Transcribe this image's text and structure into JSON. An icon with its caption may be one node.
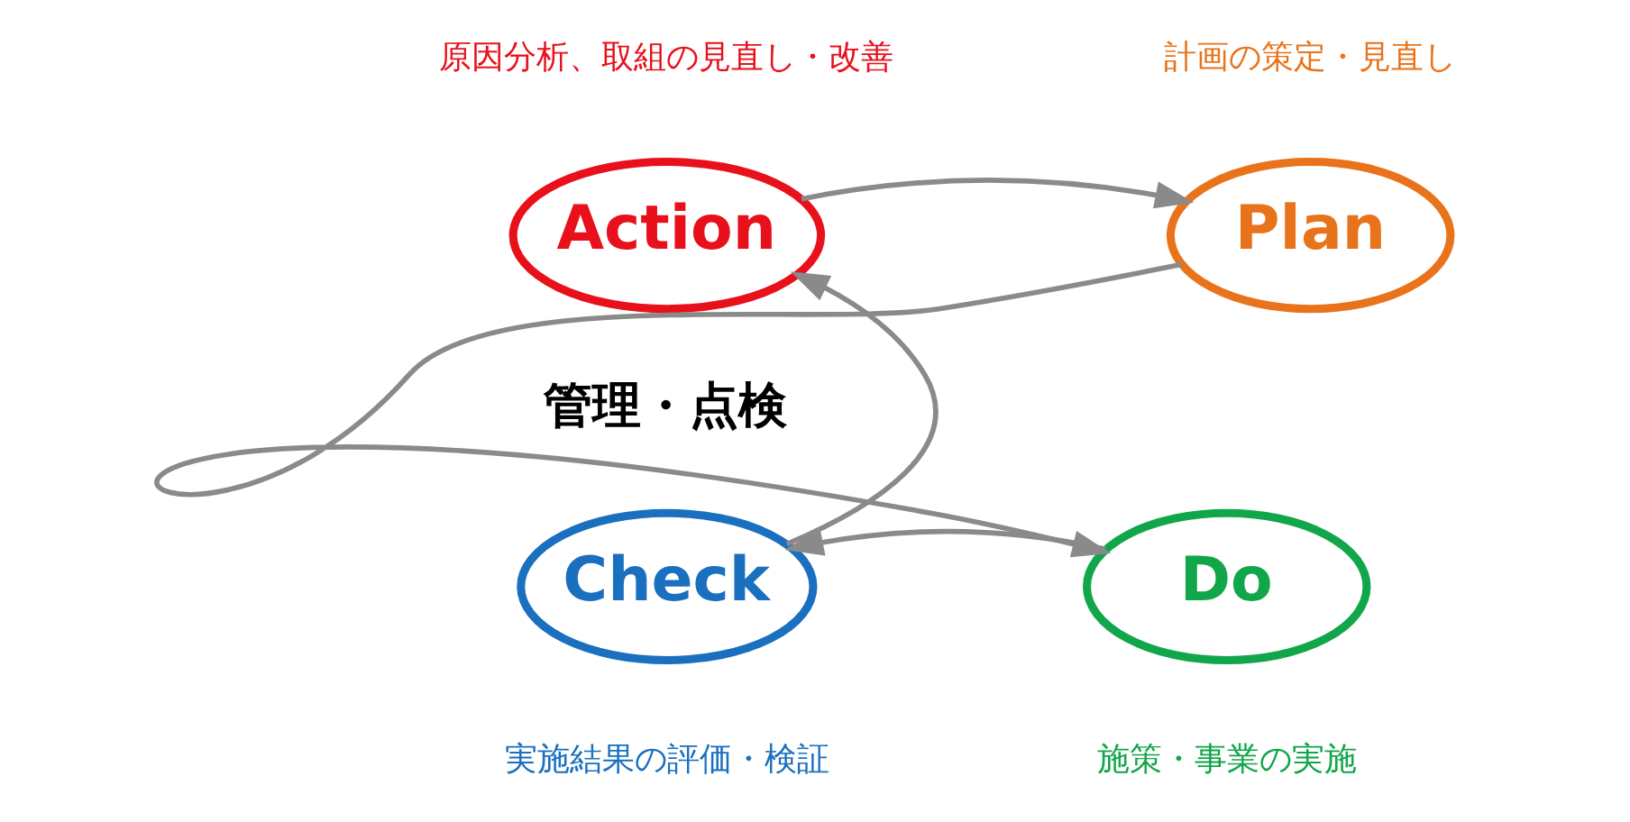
{
  "diagram": {
    "nodes": [
      {
        "text": [
          "Action"
        ],
        "beside": [
          "原因分析、取組の見直し・改善"
        ]
      },
      {
        "text": [
          "Plan"
        ],
        "beside": [
          "計画の策定・見直し"
        ]
      },
      {
        "text": [
          "Check"
        ],
        "beside": [
          "実施結果の評価・検証"
        ]
      },
      {
        "text": [
          "Do"
        ],
        "beside": [
          "施策・事業の実施"
        ]
      }
    ],
    "edges": [
      {
        "from": 0,
        "to": 1,
        "arrow": "to"
      },
      {
        "from": 1,
        "to": 3,
        "arrow": "to"
      },
      {
        "from": 3,
        "to": 2,
        "arrow": "to"
      },
      {
        "from": 2,
        "to": 0,
        "arrow": "to"
      }
    ],
    "labels": [
      "管理・点検"
    ]
  }
}
